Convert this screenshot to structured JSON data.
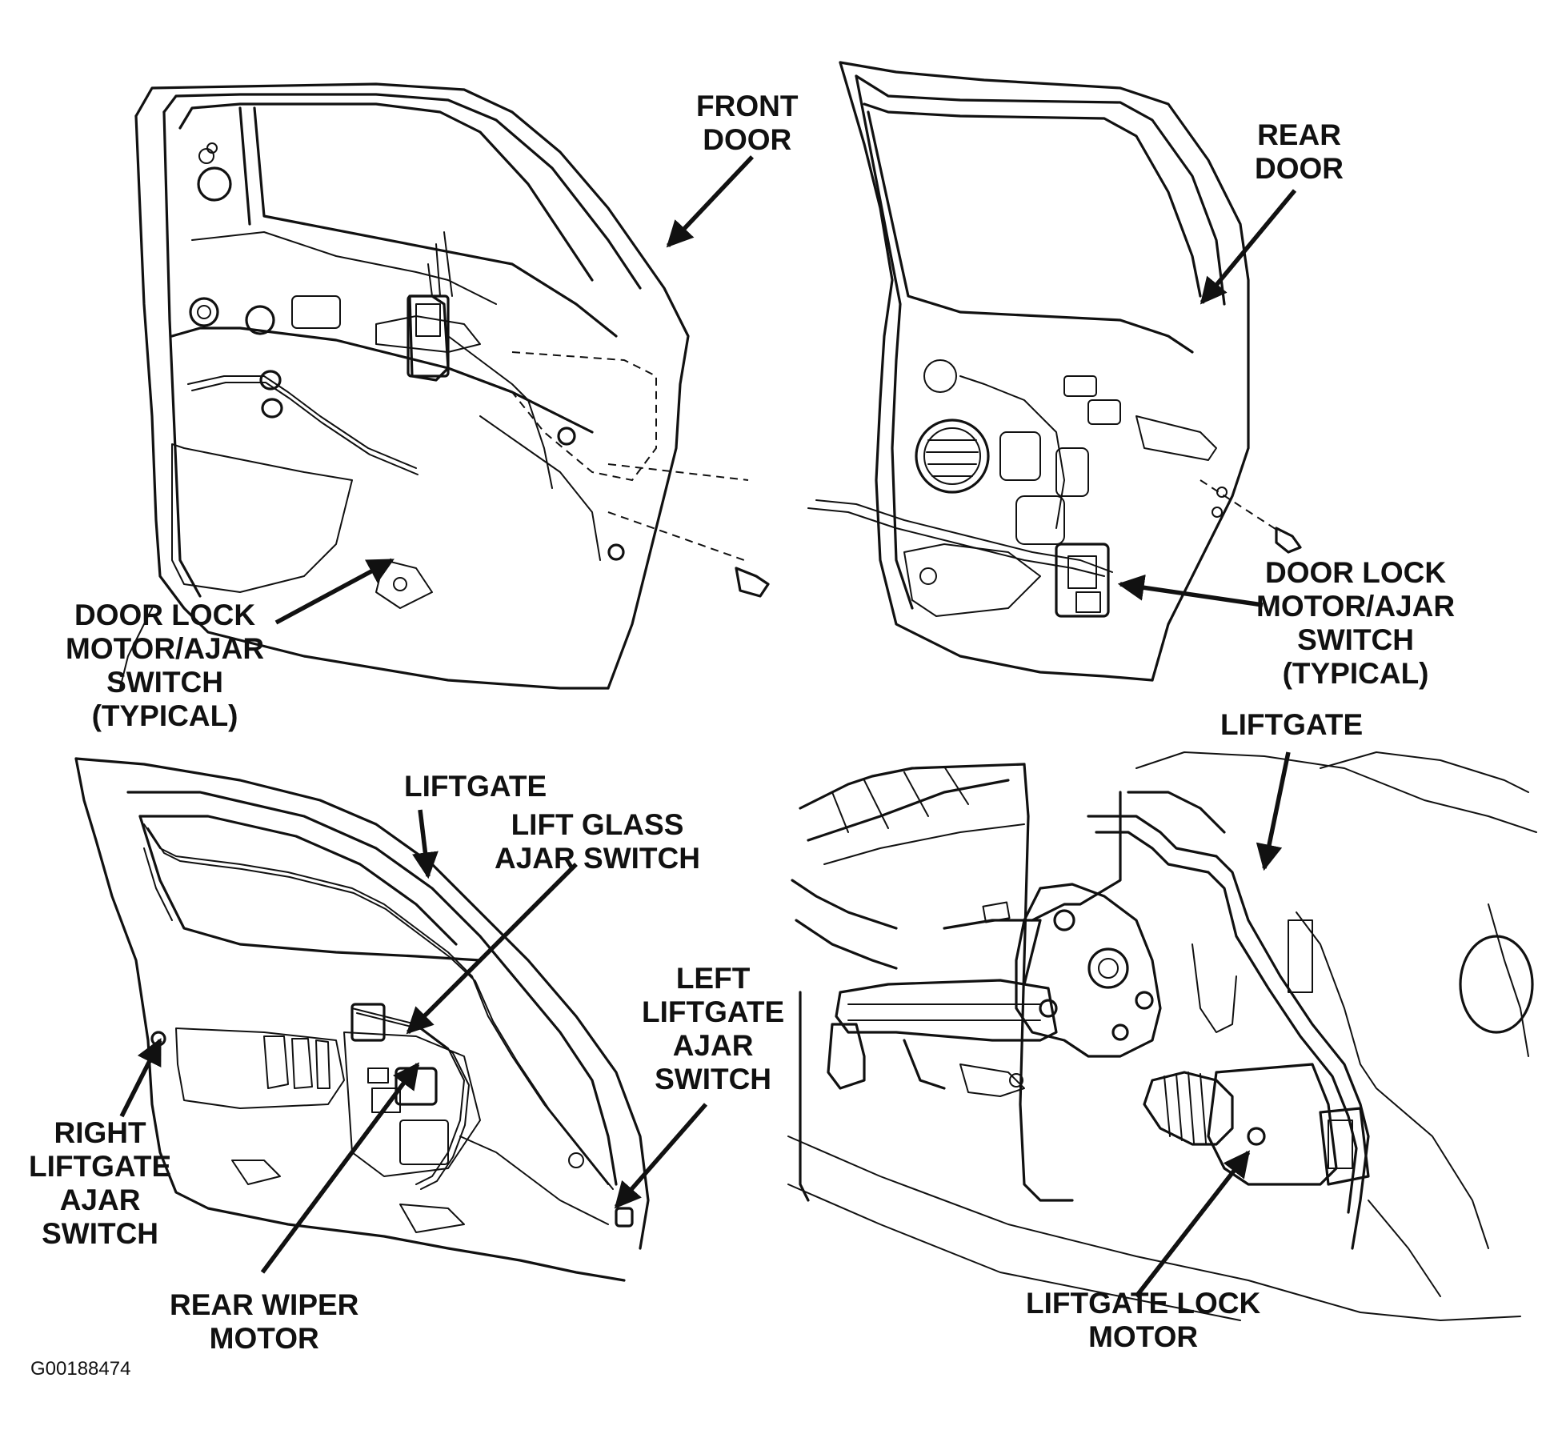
{
  "labels": {
    "front_door": [
      "FRONT",
      "DOOR"
    ],
    "rear_door": [
      "REAR",
      "DOOR"
    ],
    "door_lock_front": [
      "DOOR LOCK",
      "MOTOR/AJAR",
      "SWITCH",
      "(TYPICAL)"
    ],
    "door_lock_rear": [
      "DOOR LOCK",
      "MOTOR/AJAR",
      "SWITCH",
      "(TYPICAL)"
    ],
    "liftgate_left": [
      "LIFTGATE"
    ],
    "lift_glass": [
      "LIFT GLASS",
      "AJAR SWITCH"
    ],
    "left_liftgate_ajar": [
      "LEFT",
      "LIFTGATE",
      "AJAR",
      "SWITCH"
    ],
    "right_liftgate_ajar": [
      "RIGHT",
      "LIFTGATE",
      "AJAR",
      "SWITCH"
    ],
    "rear_wiper": [
      "REAR WIPER",
      "MOTOR"
    ],
    "liftgate_right": [
      "LIFTGATE"
    ],
    "liftgate_lock": [
      "LIFTGATE LOCK",
      "MOTOR"
    ]
  },
  "figure_id": "G00188474",
  "colors": {
    "ink": "#111111",
    "paper": "#ffffff"
  }
}
